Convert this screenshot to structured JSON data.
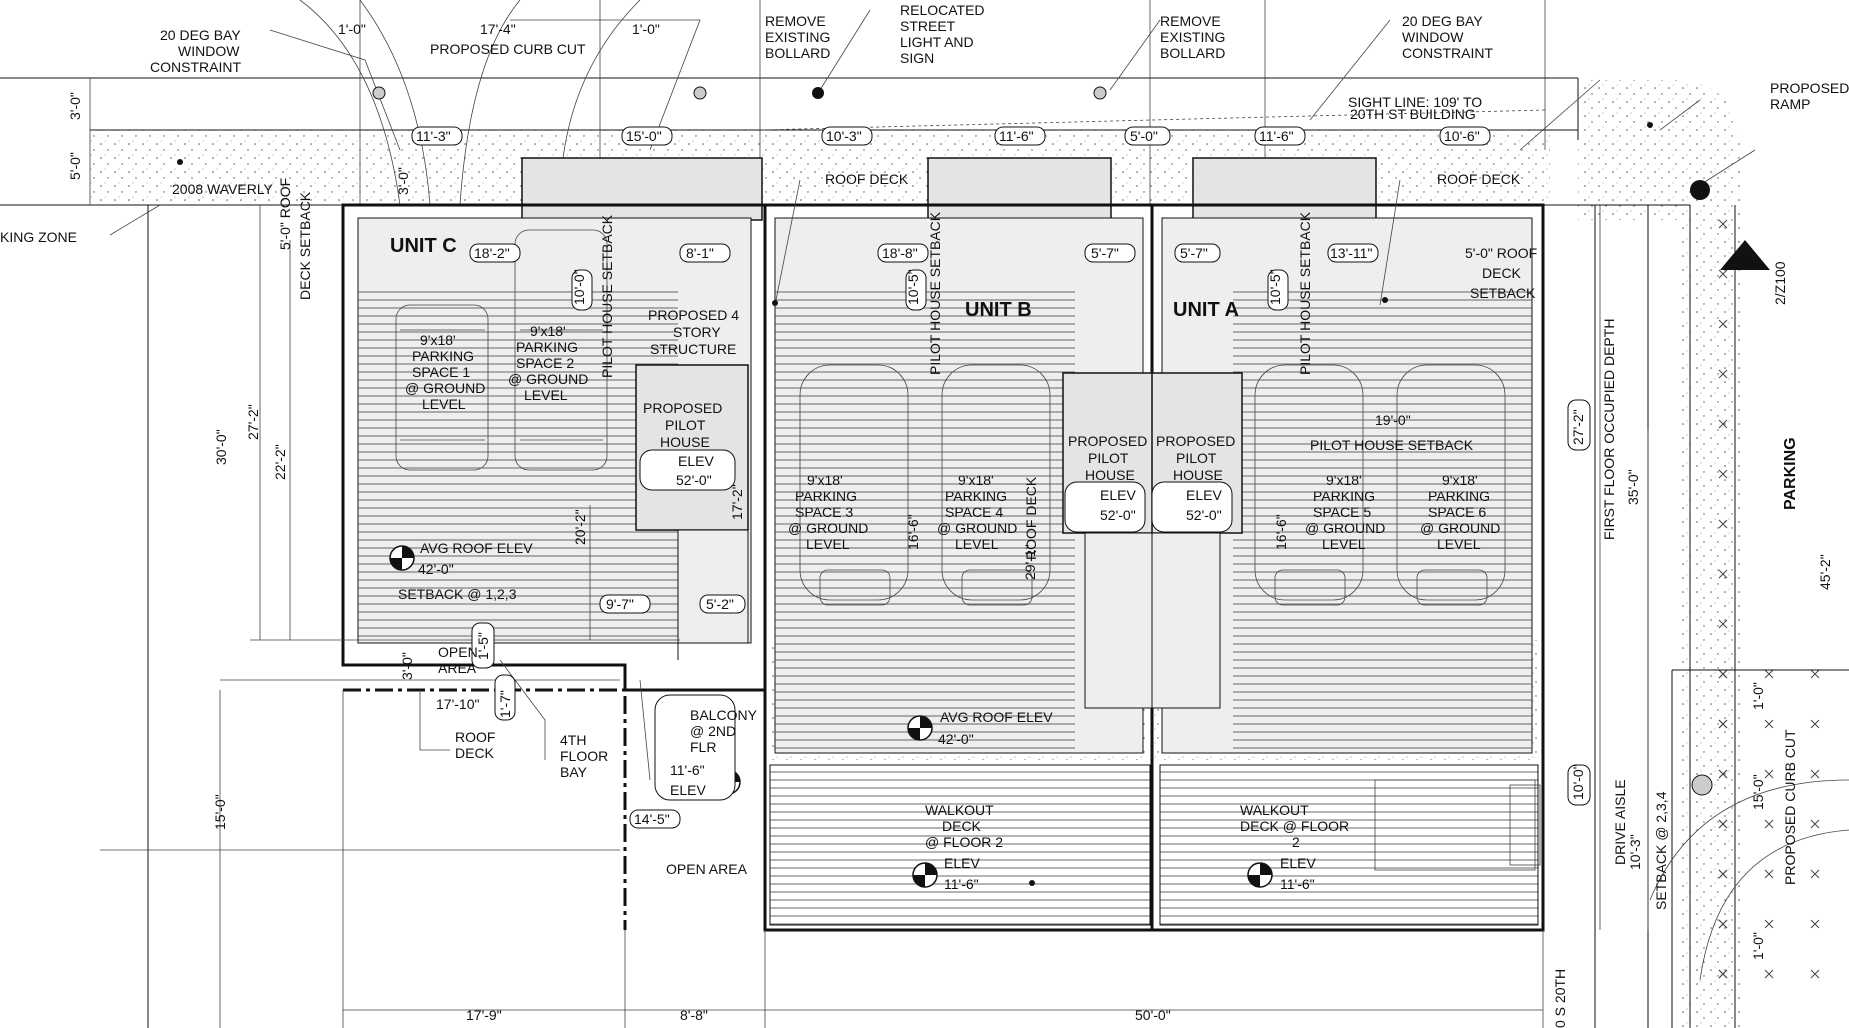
{
  "units": [
    "UNIT C",
    "UNIT B",
    "UNIT A"
  ],
  "top_labels": {
    "bay_left": [
      "20 DEG BAY",
      "WINDOW",
      "CONSTRAINT"
    ],
    "bay_right": [
      "20 DEG BAY",
      "WINDOW",
      "CONSTRAINT"
    ],
    "bollard_left": [
      "REMOVE",
      "EXISTING",
      "BOLLARD"
    ],
    "bollard_right": [
      "REMOVE",
      "EXISTING",
      "BOLLARD"
    ],
    "street_light": [
      "RELOCATED",
      "STREET",
      "LIGHT AND",
      "SIGN"
    ],
    "curb_cut": "PROPOSED CURB CUT",
    "sight_line": [
      "SIGHT LINE: 109' TO",
      "20TH ST BUILDING"
    ],
    "ramp": [
      "PROPOSED",
      "RAMP"
    ],
    "address": "2008 WAVERLY",
    "parking_zone": "KING ZONE"
  },
  "dim_tags": {
    "d1": "11'-3\"",
    "d2": "15'-0\"",
    "d3": "10'-3\"",
    "d4": "11'-6\"",
    "d5": "5'-0\"",
    "d6": "11'-6\"",
    "d7": "10'-6\"",
    "c1": "18'-2\"",
    "c2": "8'-1\"",
    "c3": "10'-0\"",
    "b1": "18'-8\"",
    "b2": "5'-7\"",
    "b3": "10'-5\"",
    "a1": "5'-7\"",
    "a2": "13'-11\"",
    "a3": "10'-5\"",
    "s1": "9'-7\"",
    "s2": "5'-2\"",
    "s3": "14'-5\"",
    "e1": "27'-2\"",
    "e2": "10'-0\""
  },
  "dims": {
    "top1": "1'-0\"",
    "top2": "17'-4\"",
    "top3": "1'-0\"",
    "left1": "3'-0\"",
    "left2": "5'-0\"",
    "left3": "3'-0\"",
    "v1": "30'-0\"",
    "v2": "27'-2\"",
    "v3": "22'-2\"",
    "v4": "20'-2\"",
    "v5": "17'-2\"",
    "v6": "16'-6\"",
    "v7": "29'-1\"",
    "v8": "16'-6\"",
    "v9": "15'-0\"",
    "v10": "3'-0\"",
    "v11": "1'-5\"",
    "v12": "1'-7\"",
    "h1": "17'-10\"",
    "h2": "19'-0\"",
    "bottom1": "17'-9\"",
    "bottom2": "8'-8\"",
    "bottom3": "50'-0\"",
    "right1": "35'-0\"",
    "right2": "45'-2\"",
    "right3": "1'-0\"",
    "right4": "15'-0\"",
    "right5": "1'-0\"",
    "right6": "10'-3\"",
    "right7": "10'-0\""
  },
  "labels": {
    "roof_setback_left": "5'-0\" ROOF",
    "deck_setback_left": "DECK SETBACK",
    "pilot_setback": "PILOT HOUSE SETBACK",
    "roof_deck": "ROOF DECK",
    "roof_deck_right": "ROOF DECK",
    "roof_setback_right": [
      "5'-0\" ROOF",
      "DECK",
      "SETBACK"
    ],
    "structure": [
      "PROPOSED 4",
      "STORY",
      "STRUCTURE"
    ],
    "pilot_house": [
      "PROPOSED",
      "PILOT",
      "HOUSE"
    ],
    "elev": "ELEV",
    "elev_52": "52'-0\"",
    "avg_roof_elev": "AVG ROOF ELEV",
    "elev_42": "42'-0\"",
    "setback_123": "SETBACK @ 1,2,3",
    "open_area": [
      "OPEN",
      "AREA"
    ],
    "open_area_2": "OPEN AREA",
    "roof_deck_bottom": [
      "ROOF",
      "DECK"
    ],
    "fourth_floor_bay": [
      "4TH",
      "FLOOR",
      "BAY"
    ],
    "balcony": [
      "BALCONY",
      "@ 2ND",
      "FLR"
    ],
    "elev_116": "11'-6\"",
    "walkout_b": [
      "WALKOUT",
      "DECK",
      "@ FLOOR 2"
    ],
    "walkout_a": [
      "WALKOUT",
      "DECK @ FLOOR",
      "2"
    ],
    "parking_1": [
      "9'x18'",
      "PARKING",
      "SPACE 1",
      "@ GROUND",
      "LEVEL"
    ],
    "parking_2": [
      "9'x18'",
      "PARKING",
      "SPACE 2",
      "@ GROUND",
      "LEVEL"
    ],
    "parking_3": [
      "9'x18'",
      "PARKING",
      "SPACE 3",
      "@ GROUND",
      "LEVEL"
    ],
    "parking_4": [
      "9'x18'",
      "PARKING",
      "SPACE 4",
      "@ GROUND",
      "LEVEL"
    ],
    "parking_5": [
      "9'x18'",
      "PARKING",
      "SPACE 5",
      "@ GROUND",
      "LEVEL"
    ],
    "parking_6": [
      "9'x18'",
      "PARKING",
      "SPACE 6",
      "@ GROUND",
      "LEVEL"
    ],
    "pilot_setback_h": "PILOT HOUSE SETBACK",
    "roof_deck_v": "ROOF DECK",
    "first_floor_depth": "FIRST FLOOR OCCUPIED DEPTH",
    "parking_right": "PARKING",
    "section_tag": "2/Z100",
    "drive_aisle": "DRIVE AISLE",
    "setback_234": "SETBACK @ 2,3,4",
    "proposed_curb_cut_v": "PROPOSED CURB CUT",
    "street_bottom": "0 S 20TH"
  }
}
